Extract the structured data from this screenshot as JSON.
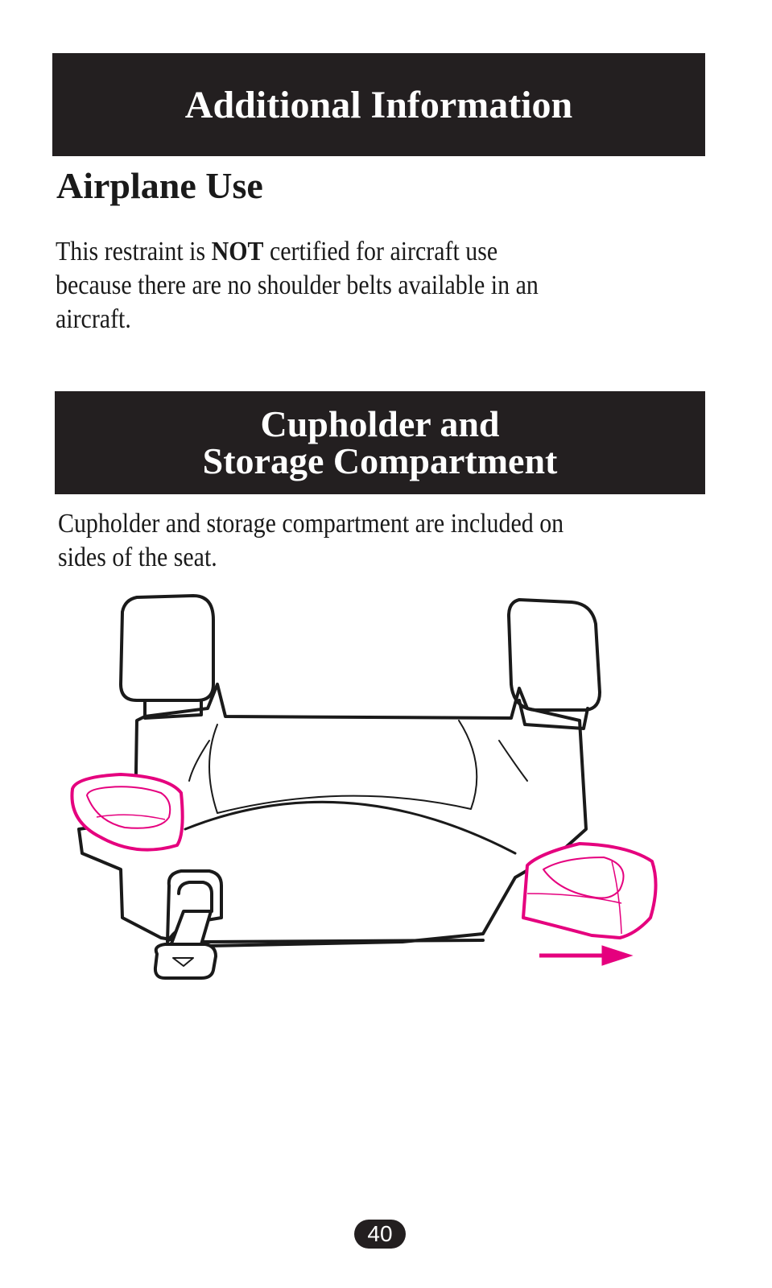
{
  "section_banner": {
    "title": "Additional Information"
  },
  "airplane": {
    "heading": "Airplane Use",
    "text_before": "This restraint is ",
    "text_bold": "NOT",
    "text_after": " certified for aircraft use",
    "line2": "because there are no shoulder belts available in an",
    "line3": "aircraft."
  },
  "cupholder": {
    "banner_line1": "Cupholder and",
    "banner_line2": "Storage Compartment",
    "line1": "Cupholder and storage compartment are included on",
    "line2": "sides of the seat."
  },
  "illustration": {
    "subject": "booster-seat-with-cupholders",
    "highlight_color": "#e5007e",
    "outline_color": "#1a1a1a"
  },
  "page_number": "40"
}
